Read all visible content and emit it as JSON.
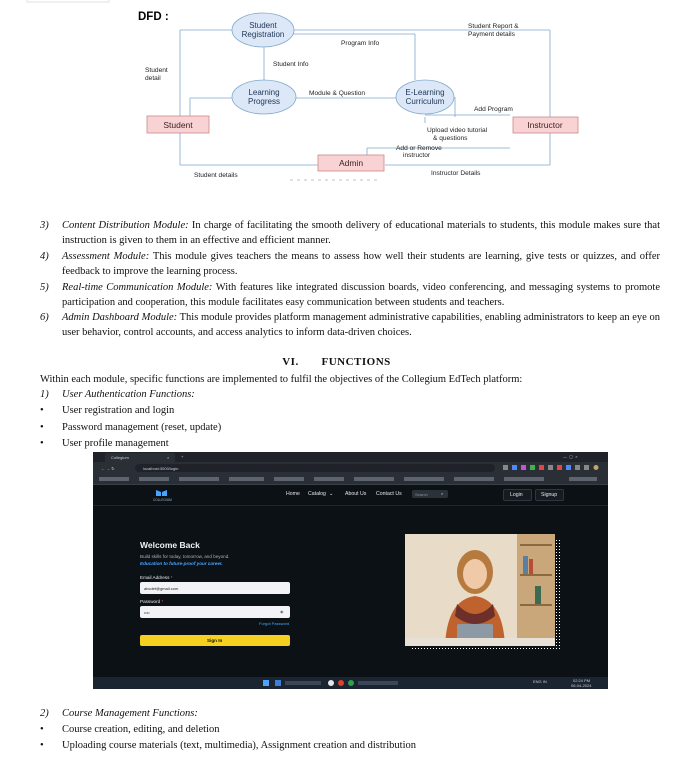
{
  "dfd": {
    "title": "DFD :",
    "nodes": {
      "student_registration": "Student Registration",
      "learning_progress": "Learning Progress",
      "elearning_curriculum": "E-Learning Curriculum",
      "student": "Student",
      "instructor": "Instructor",
      "admin": "Admin"
    },
    "flows": {
      "program_info": "Program Info",
      "student_report": "Student Report & Payment details",
      "student_info": "Student Info",
      "student_detail": "Student detail",
      "module_question": "Module & Question",
      "add_program": "Add Program",
      "upload_video": "Upload video tutorial & questions",
      "add_remove_instructor": "Add or Remove instructor",
      "student_details": "Student details",
      "instructor_details": "Instructor Details"
    }
  },
  "modules": [
    {
      "num": "3)",
      "lead": "Content Distribution Module:",
      "text": " In charge of facilitating the smooth delivery of educational materials to students, this module makes sure that instruction is given to them in an effective and efficient manner."
    },
    {
      "num": "4)",
      "lead": "Assessment Module:",
      "text": " This module gives teachers the means to assess how well their students are learning, give tests or quizzes, and offer feedback to improve the learning process."
    },
    {
      "num": "5)",
      "lead": "Real-time Communication Module:",
      "text": " With features like integrated discussion boards, video conferencing, and messaging systems to promote participation and cooperation, this module facilitates easy communication between students and teachers."
    },
    {
      "num": "6)",
      "lead": "Admin Dashboard Module:",
      "text": " This module provides platform management administrative capabilities, enabling administrators to keep an eye on user behavior, control accounts, and access analytics to inform data-driven choices."
    }
  ],
  "section": {
    "number": "VI.",
    "title": "FUNCTIONS"
  },
  "intro": "Within each module, specific functions are implemented to fulfil the objectives of the Collegium EdTech platform:",
  "functions1": {
    "num": "1)",
    "title": "User Authentication Functions:",
    "bullets": [
      "User registration and login",
      "Password management (reset, update)",
      "User profile management"
    ]
  },
  "functions2": {
    "num": "2)",
    "title": "Course Management Functions:",
    "bullets": [
      "Course creation, editing, and deletion",
      "Uploading course materials (text, multimedia), Assignment creation and distribution"
    ]
  },
  "screenshot": {
    "tab_title": "Collegium",
    "url": "localhost:3000/login",
    "logo_text": "COLLEGIUM",
    "nav": [
      "Home",
      "Catalog",
      "About Us",
      "Contact Us"
    ],
    "search_placeholder": "Search",
    "login": "Login",
    "signup": "Signup",
    "heading": "Welcome Back",
    "subheading": "Build skills for today, tomorrow, and beyond.",
    "highlight": "Education to future-proof your career.",
    "email_label": "Email Address",
    "email_value": "abcdef@gmail.com",
    "password_label": "Password",
    "password_value": "••••",
    "forgot": "Forgot Password",
    "signin": "Sign In",
    "time": "02:24 PM",
    "date": "06-04-2024",
    "lang": "ENG IN",
    "colors": {
      "accent": "#f5d020",
      "link": "#47a5ff",
      "bg": "#0c1116"
    }
  }
}
